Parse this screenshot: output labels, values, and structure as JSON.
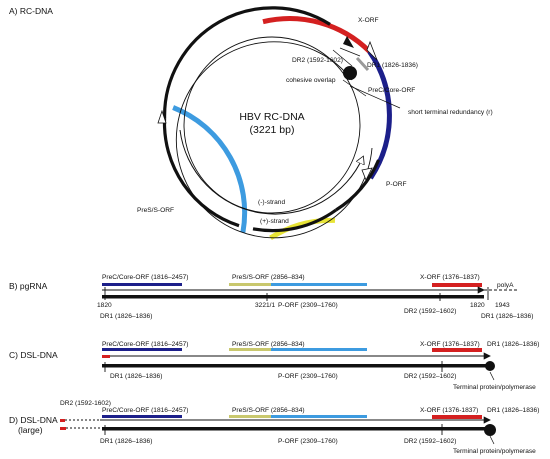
{
  "sections": {
    "a": "A) RC-DNA",
    "b": "B) pgRNA",
    "c": "C) DSL-DNA",
    "d1": "D) DSL-DNA",
    "d2": "(large)"
  },
  "circle": {
    "title": "HBV RC-DNA",
    "size": "(3221 bp)",
    "x_orf": "X-ORF",
    "dr2": "DR2 (1592-1602)",
    "dr1": "DR1 (1826-1836)",
    "cohesive": "cohesive overlap",
    "precore": "PreC/Core-ORF",
    "short_redundancy": "short terminal redundancy (r)",
    "p_orf": "P-ORF",
    "pres": "PreS/S-ORF",
    "minus": "(-)-strand",
    "plus": "(+)-strand"
  },
  "pgrna": {
    "precore": "PreC/Core-ORF (1816–2457)",
    "pres": "PreS/S-ORF (2856–834)",
    "xorf": "X-ORF (1376–1837)",
    "polya": "polyA",
    "n1820a": "1820",
    "n1820b": "1820",
    "n1943": "1943",
    "dr1_left": "DR1 (1826–1836)",
    "junction": "3221/1",
    "porf": "P-ORF (2309–1760)",
    "dr2": "DR2 (1592–1602)",
    "dr1_right": "DR1 (1826–1836)"
  },
  "dsl": {
    "precore": "PreC/Core-ORF (1816–2457)",
    "pres": "PreS/S-ORF (2856–834)",
    "xorf": "X-ORF (1376–1837)",
    "dr1_right": "DR1 (1826–1836)",
    "dr1_left": "DR1 (1826–1836)",
    "porf": "P-ORF (2309–1760)",
    "dr2": "DR2 (1592–1602)",
    "terminal": "Terminal protein/polymerase"
  },
  "dsl_large": {
    "dr2_top": "DR2 (1592-1602)",
    "precore": "PreC/Core-ORF (1816–2457)",
    "pres": "PreS/S-ORF (2856–834)",
    "xorf": "X-ORF (1376-1837)",
    "dr1_right": "DR1 (1826–1836)",
    "dr1_left": "DR1 (1826–1836)",
    "porf": "P-ORF (2309–1760)",
    "dr2": "DR2 (1592–1602)",
    "terminal": "Terminal protein/polymerase"
  },
  "colors": {
    "red": "#d42020",
    "blue": "#1c1f8a",
    "lightblue": "#3d9be0",
    "yellow": "#e8e436",
    "olive": "#c9c86e",
    "gray": "#9a9a9a"
  }
}
